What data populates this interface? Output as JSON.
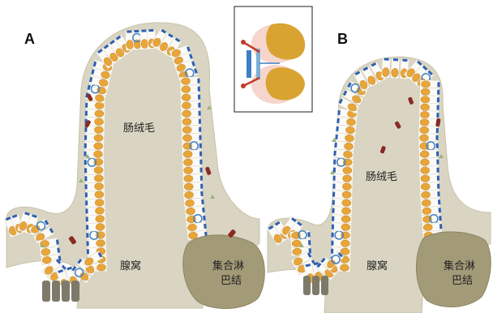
{
  "panels": {
    "a": {
      "letter": "A",
      "villus_label": "肠绒毛",
      "crypt_label": "腺窝",
      "lymph_label_line1": "集合淋",
      "lymph_label_line2": "巴结"
    },
    "b": {
      "letter": "B",
      "villus_label": "肠绒毛",
      "crypt_label": "腺窝",
      "lymph_label_line1": "集合淋",
      "lymph_label_line2": "巴结"
    }
  },
  "colors": {
    "lamina": "#d9d5c2",
    "lamina_edge": "#c8c2aa",
    "enterocyte": "#e8a63a",
    "enterocyte_edge": "#c98420",
    "cell_body": "#fbfaf6",
    "brush_border": "#2f5fb0",
    "goblet": "#3d7fc4",
    "lymph_node": "#a39a78",
    "lymph_node_edge": "#8c8463",
    "paneth": "#7d7a6a",
    "capillary": "#8a2a25",
    "inset_border": "#444444",
    "inset_bg": "#ffffff"
  },
  "icons": [
    "villus-epithelium",
    "crypt",
    "lymph-node",
    "goblet-cell",
    "capillary",
    "inset-junction"
  ]
}
